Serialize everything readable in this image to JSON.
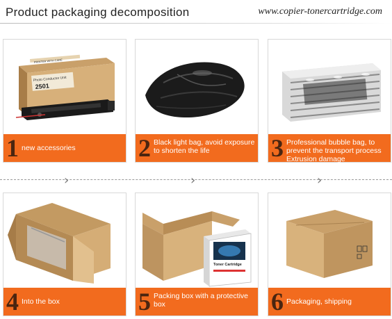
{
  "header": {
    "title": "Product packaging decomposition",
    "url": "www.copier-tonercartridge.com"
  },
  "steps": [
    {
      "number": "1",
      "caption": "new accessories"
    },
    {
      "number": "2",
      "caption": "Black light bag, avoid exposure to shorten the life"
    },
    {
      "number": "3",
      "caption": "Professional bubble bag, to prevent the transport process Extrusion damage"
    },
    {
      "number": "4",
      "caption": "Into the box"
    },
    {
      "number": "5",
      "caption": "Packing box with a protective box"
    },
    {
      "number": "6",
      "caption": "Packaging, shipping"
    }
  ],
  "product": {
    "box_label": "Photo Conductor Unit",
    "box_model": "2501",
    "box_brand_strip": "PRINTER WITH CARE",
    "toner_box_label": "Toner Cartridge"
  },
  "colors": {
    "band": "#f26b1e",
    "number": "#4a2510"
  },
  "icons": {
    "separator": "chevron-right-icon"
  }
}
